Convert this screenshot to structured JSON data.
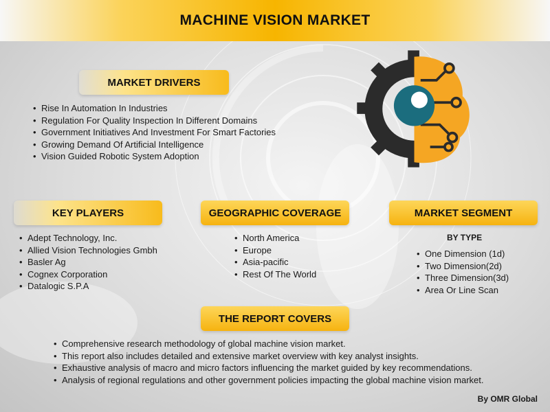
{
  "title": "MACHINE VISION MARKET",
  "market_drivers": {
    "heading": "MARKET DRIVERS",
    "items": [
      "Rise In Automation In Industries",
      "Regulation For Quality Inspection In Different Domains",
      "Government Initiatives And Investment For Smart Factories",
      "Growing Demand Of Artificial Intelligence",
      "Vision Guided Robotic System Adoption"
    ]
  },
  "key_players": {
    "heading": "KEY PLAYERS",
    "items": [
      "Adept Technology, Inc.",
      "Allied Vision Technologies Gmbh",
      "Basler Ag",
      "Cognex Corporation",
      "Datalogic S.P.A"
    ]
  },
  "geographic_coverage": {
    "heading": "GEOGRAPHIC COVERAGE",
    "items": [
      "North America",
      "Europe",
      "Asia-pacific",
      "Rest Of The World"
    ]
  },
  "market_segment": {
    "heading": "MARKET SEGMENT",
    "subheading": "BY TYPE",
    "items": [
      "One Dimension (1d)",
      "Two Dimension(2d)",
      "Three Dimension(3d)",
      "Area Or Line Scan"
    ]
  },
  "report_covers": {
    "heading": "THE REPORT COVERS",
    "items": [
      "Comprehensive research methodology of global machine vision market.",
      "This report also includes detailed and extensive market overview with key analyst insights.",
      "Exhaustive analysis of macro and micro factors influencing the market guided by key recommendations.",
      "Analysis of regional regulations and other government policies impacting the global machine vision market."
    ]
  },
  "credit": "By OMR Global",
  "colors": {
    "accent": "#f7b500",
    "gear": "#2b2b2b",
    "brain": "#f5a623",
    "eye": "#1b6d7e"
  },
  "icons": [
    "gear-brain-eye-icon"
  ]
}
